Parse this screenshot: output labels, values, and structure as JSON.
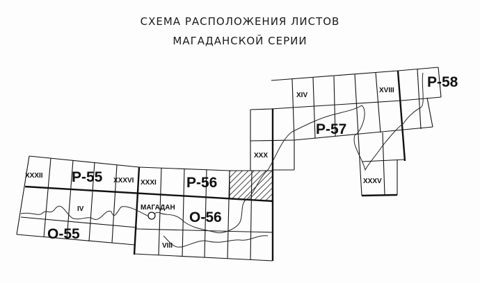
{
  "title": {
    "line1": "СХЕМА РАСПОЛОЖЕНИЯ ЛИСТОВ",
    "line2": "МАГАДАНСКОЙ СЕРИИ"
  },
  "sheets": {
    "p55": "P-55",
    "o55": "O-55",
    "p56": "P-56",
    "o56": "O-56",
    "p57": "P-57",
    "p58": "P-58"
  },
  "numerals": {
    "xxxii": "XXXII",
    "xxxvi": "XXXVI",
    "xxxi": "XXXI",
    "iv": "IV",
    "viii": "VIII",
    "xxx": "XXX",
    "xiv": "XIV",
    "xviii": "XVIII",
    "xxxv": "XXXV"
  },
  "city": "МАГАДАН"
}
